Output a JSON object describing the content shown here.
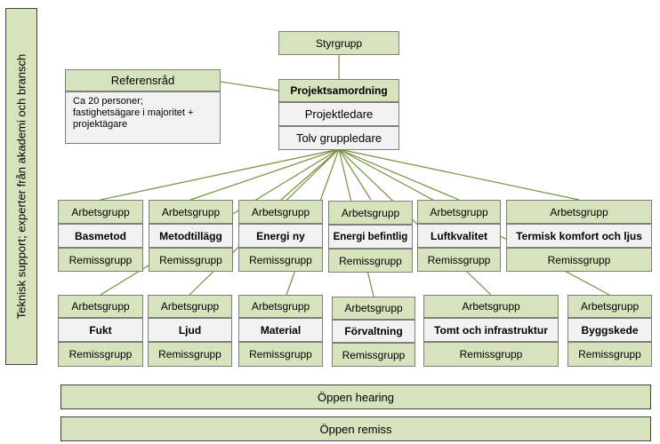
{
  "side_label": "Teknisk support; experter från akademi och bransch",
  "top": {
    "styrgrupp": "Styrgrupp",
    "projektsamordning": "Projektsamordning",
    "projektledare": "Projektledare",
    "gruppledare": "Tolv gruppledare"
  },
  "referensrad": {
    "title": "Referensråd",
    "body": "Ca 20 personer; fastighetsägare i majoritet + projektägare"
  },
  "group_labels": {
    "arbetsgrupp": "Arbetsgrupp",
    "remissgrupp": "Remissgrupp"
  },
  "groups": [
    "Basmetod",
    "Metodtillägg",
    "Energi ny",
    "Energi befintlig",
    "Luftkvalitet",
    "Termisk komfort och ljus",
    "Fukt",
    "Ljud",
    "Material",
    "Förvaltning",
    "Tomt och infrastruktur",
    "Byggskede"
  ],
  "bottom": {
    "hearing": "Öppen hearing",
    "remiss": "Öppen remiss"
  },
  "colors": {
    "fill_green": "#d6e3bc",
    "fill_white": "#f2f2f2",
    "line": "#76923c"
  }
}
